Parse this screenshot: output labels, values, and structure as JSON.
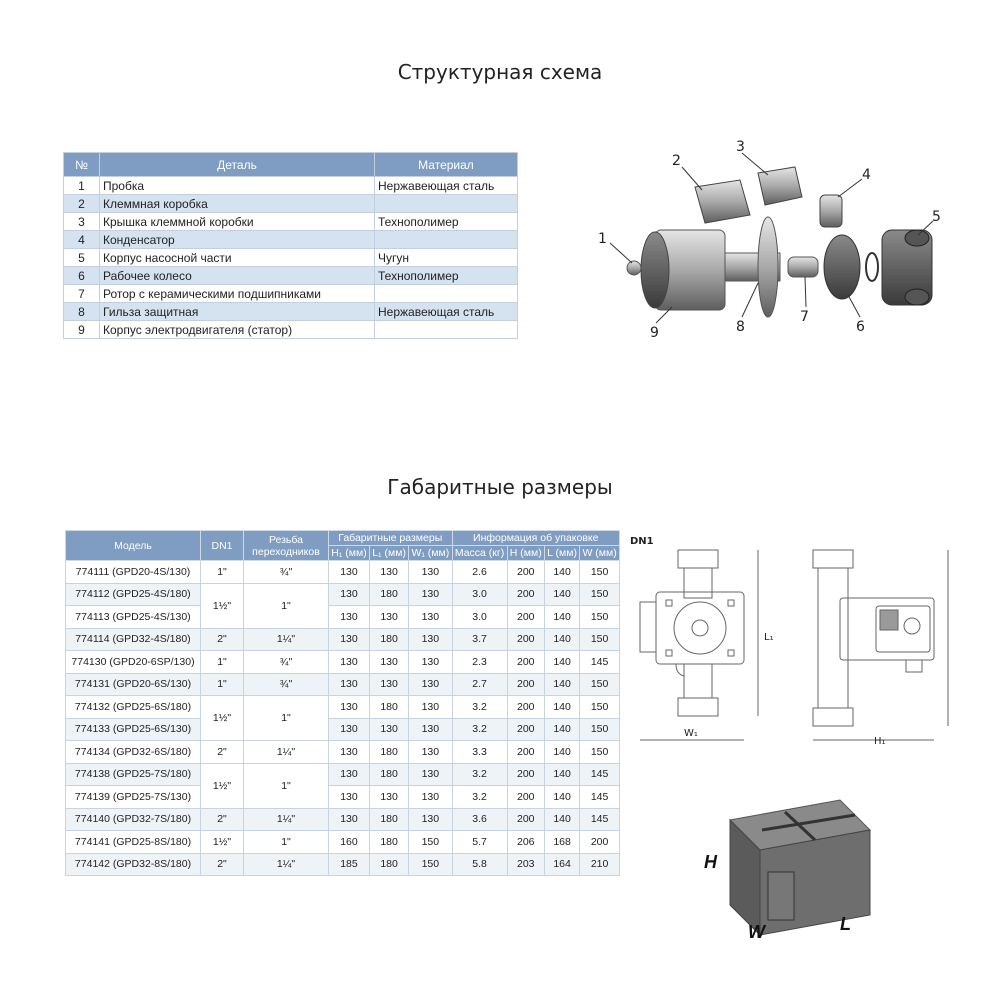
{
  "titles": {
    "structure": "Структурная схема",
    "dimensions": "Габаритные размеры"
  },
  "parts_table": {
    "headers": [
      "№",
      "Деталь",
      "Материал"
    ],
    "rows": [
      {
        "num": "1",
        "part": "Пробка",
        "material": "Нержавеющая сталь"
      },
      {
        "num": "2",
        "part": "Клеммная коробка",
        "material": ""
      },
      {
        "num": "3",
        "part": "Крышка клеммной коробки",
        "material": "Технополимер"
      },
      {
        "num": "4",
        "part": "Конденсатор",
        "material": ""
      },
      {
        "num": "5",
        "part": "Корпус насосной части",
        "material": "Чугун"
      },
      {
        "num": "6",
        "part": "Рабочее колесо",
        "material": "Технополимер"
      },
      {
        "num": "7",
        "part": "Ротор с керамическими подшипниками",
        "material": ""
      },
      {
        "num": "8",
        "part": "Гильза защитная",
        "material": "Нержавеющая сталь"
      },
      {
        "num": "9",
        "part": "Корпус электродвигателя (статор)",
        "material": ""
      }
    ]
  },
  "exploded_labels": [
    "1",
    "2",
    "3",
    "4",
    "5",
    "6",
    "7",
    "8",
    "9"
  ],
  "dims_table": {
    "group_headers": {
      "model": "Модель",
      "dn1": "DN1",
      "thread": "Резьба переходников",
      "dims": "Габаритные размеры",
      "pack": "Информация об упаковке"
    },
    "sub_headers": {
      "h1": "H₁ (мм)",
      "l1": "L₁ (мм)",
      "w1": "W₁ (мм)",
      "mass": "Масса (кг)",
      "h": "H (мм)",
      "l": "L (мм)",
      "w": "W (мм)"
    },
    "rows": [
      {
        "model": "774111 (GPD20-4S/130)",
        "dn1": "1\"",
        "thread": "¾\"",
        "h1": "130",
        "l1": "130",
        "w1": "130",
        "mass": "2.6",
        "h": "200",
        "l": "140",
        "w": "150"
      },
      {
        "model": "774112 (GPD25-4S/180)",
        "dn1": "1½\"",
        "thread": "1\"",
        "h1": "130",
        "l1": "180",
        "w1": "130",
        "mass": "3.0",
        "h": "200",
        "l": "140",
        "w": "150"
      },
      {
        "model": "774113 (GPD25-4S/130)",
        "h1": "130",
        "l1": "130",
        "w1": "130",
        "mass": "3.0",
        "h": "200",
        "l": "140",
        "w": "150"
      },
      {
        "model": "774114 (GPD32-4S/180)",
        "dn1": "2\"",
        "thread": "1¼\"",
        "h1": "130",
        "l1": "180",
        "w1": "130",
        "mass": "3.7",
        "h": "200",
        "l": "140",
        "w": "150"
      },
      {
        "model": "774130 (GPD20-6SP/130)",
        "dn1": "1\"",
        "thread": "¾\"",
        "h1": "130",
        "l1": "130",
        "w1": "130",
        "mass": "2.3",
        "h": "200",
        "l": "140",
        "w": "145"
      },
      {
        "model": "774131 (GPD20-6S/130)",
        "dn1": "1\"",
        "thread": "¾\"",
        "h1": "130",
        "l1": "130",
        "w1": "130",
        "mass": "2.7",
        "h": "200",
        "l": "140",
        "w": "150"
      },
      {
        "model": "774132 (GPD25-6S/180)",
        "dn1": "1½\"",
        "thread": "1\"",
        "h1": "130",
        "l1": "180",
        "w1": "130",
        "mass": "3.2",
        "h": "200",
        "l": "140",
        "w": "150"
      },
      {
        "model": "774133 (GPD25-6S/130)",
        "h1": "130",
        "l1": "130",
        "w1": "130",
        "mass": "3.2",
        "h": "200",
        "l": "140",
        "w": "150"
      },
      {
        "model": "774134 (GPD32-6S/180)",
        "dn1": "2\"",
        "thread": "1¼\"",
        "h1": "130",
        "l1": "180",
        "w1": "130",
        "mass": "3.3",
        "h": "200",
        "l": "140",
        "w": "150"
      },
      {
        "model": "774138 (GPD25-7S/180)",
        "dn1": "1½\"",
        "thread": "1\"",
        "h1": "130",
        "l1": "180",
        "w1": "130",
        "mass": "3.2",
        "h": "200",
        "l": "140",
        "w": "145"
      },
      {
        "model": "774139 (GPD25-7S/130)",
        "h1": "130",
        "l1": "130",
        "w1": "130",
        "mass": "3.2",
        "h": "200",
        "l": "140",
        "w": "145"
      },
      {
        "model": "774140 (GPD32-7S/180)",
        "dn1": "2\"",
        "thread": "1¼\"",
        "h1": "130",
        "l1": "180",
        "w1": "130",
        "mass": "3.6",
        "h": "200",
        "l": "140",
        "w": "145"
      },
      {
        "model": "774141 (GPD25-8S/180)",
        "dn1": "1½\"",
        "thread": "1\"",
        "h1": "160",
        "l1": "180",
        "w1": "150",
        "mass": "5.7",
        "h": "206",
        "l": "168",
        "w": "200"
      },
      {
        "model": "774142 (GPD32-8S/180)",
        "dn1": "2\"",
        "thread": "1¼\"",
        "h1": "185",
        "l1": "180",
        "w1": "150",
        "mass": "5.8",
        "h": "203",
        "l": "164",
        "w": "210"
      }
    ]
  },
  "drawing_labels": {
    "dn1": "DN1",
    "l1": "L₁",
    "w1": "W₁",
    "h1": "H₁"
  },
  "box_labels": {
    "h": "H",
    "w": "W",
    "l": "L"
  },
  "colors": {
    "header_bg": "#7f9dc2",
    "row_alt": "#d5e2ef"
  }
}
